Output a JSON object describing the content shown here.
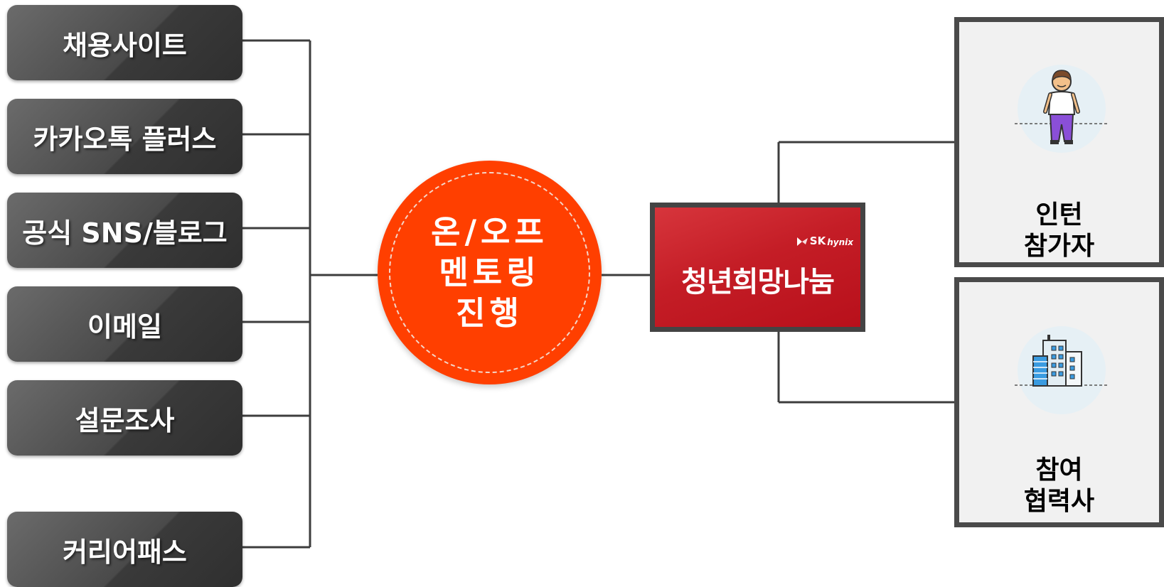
{
  "channels": [
    {
      "label": "채용사이트"
    },
    {
      "label": "카카오톡 플러스"
    },
    {
      "label": "공식 SNS/블로그"
    },
    {
      "label": "이메일"
    },
    {
      "label": "설문조사"
    },
    {
      "label": "커리어패스"
    }
  ],
  "hub": {
    "line1": "온/오프",
    "line2": "멘토링",
    "line3": "진행",
    "color": "#ff3f00"
  },
  "brand": {
    "title": "청년희망나눔",
    "logo_main": "SK",
    "logo_sub": "hynix",
    "color": "#c41d26"
  },
  "targets": [
    {
      "line1": "인턴",
      "line2": "참가자",
      "icon": "person-icon"
    },
    {
      "line1": "참여",
      "line2": "협력사",
      "icon": "building-icon"
    }
  ]
}
